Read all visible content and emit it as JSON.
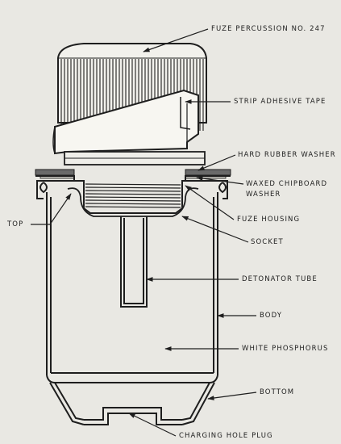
{
  "labels": {
    "fuze": "FUZE PERCUSSION NO. 247",
    "tape": "STRIP ADHESIVE TAPE",
    "rubber_washer": "HARD RUBBER WASHER",
    "chipboard_washer_1": "WAXED CHIPBOARD",
    "chipboard_washer_2": "WASHER",
    "top": "TOP",
    "fuze_housing": "FUZE HOUSING",
    "socket": "SOCKET",
    "detonator_tube": "DETONATOR TUBE",
    "body": "BODY",
    "white_phosphorus": "WHITE PHOSPHORUS",
    "bottom": "BOTTOM",
    "plug": "CHARGING HOLE PLUG"
  },
  "colors": {
    "paper": "#e9e8e3",
    "ink": "#1e1e1e",
    "shade": "#5a5a5a"
  }
}
